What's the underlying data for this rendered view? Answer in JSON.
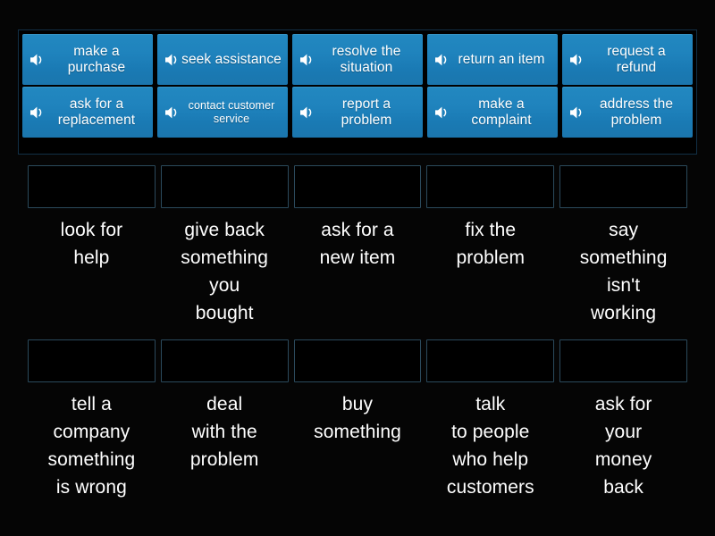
{
  "activity": {
    "type": "match-up",
    "background_color": "#050505",
    "tile_color": "#1f83bd",
    "dropzone_border_color": "#2b4a5c",
    "panel_border_color": "#123046",
    "text_color": "#ffffff"
  },
  "tile_tray": {
    "speaker_icon": "speaker-icon",
    "rows": [
      [
        {
          "label": "make a\npurchase",
          "size": "normal"
        },
        {
          "label": "seek\nassistance",
          "size": "normal"
        },
        {
          "label": "resolve the\nsituation",
          "size": "normal"
        },
        {
          "label": "return\nan item",
          "size": "normal"
        },
        {
          "label": "request\na refund",
          "size": "normal"
        }
      ],
      [
        {
          "label": "ask for a\nreplacement",
          "size": "normal"
        },
        {
          "label": "contact\ncustomer service",
          "size": "small"
        },
        {
          "label": "report a\nproblem",
          "size": "normal"
        },
        {
          "label": "make a\ncomplaint",
          "size": "normal"
        },
        {
          "label": "address the\nproblem",
          "size": "normal"
        }
      ]
    ]
  },
  "answer_grid": {
    "rows": [
      [
        {
          "dropzone_value": "",
          "definition": "look for\nhelp"
        },
        {
          "dropzone_value": "",
          "definition": "give back\nsomething\nyou\nbought"
        },
        {
          "dropzone_value": "",
          "definition": "ask for a\nnew item"
        },
        {
          "dropzone_value": "",
          "definition": "fix the\nproblem"
        },
        {
          "dropzone_value": "",
          "definition": "say\nsomething\nisn't\nworking"
        }
      ],
      [
        {
          "dropzone_value": "",
          "definition": "tell a\ncompany\nsomething\nis wrong"
        },
        {
          "dropzone_value": "",
          "definition": "deal\nwith the\nproblem"
        },
        {
          "dropzone_value": "",
          "definition": "buy\nsomething"
        },
        {
          "dropzone_value": "",
          "definition": "talk\nto people\nwho help\ncustomers"
        },
        {
          "dropzone_value": "",
          "definition": "ask for\nyour\nmoney\nback"
        }
      ]
    ]
  }
}
